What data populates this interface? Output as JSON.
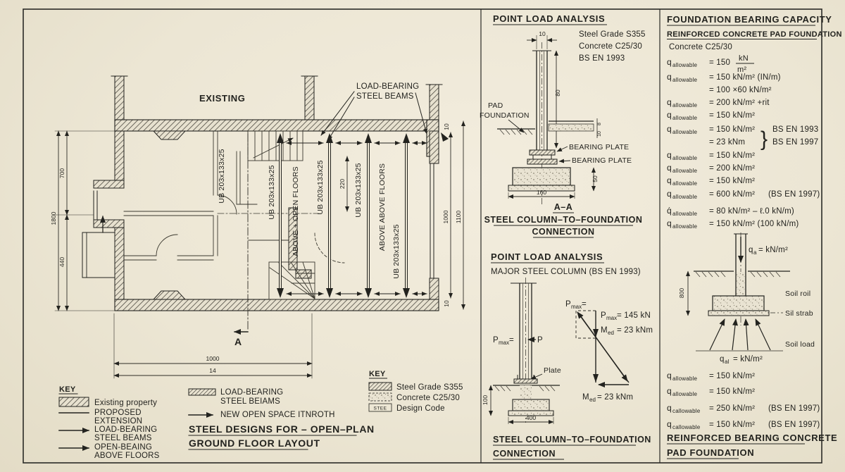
{
  "colors": {
    "paper": "#eee8d8",
    "ink": "#23231f"
  },
  "plan": {
    "existing_label": "EXISTING",
    "callout": {
      "line1": "LOAD-BEARING",
      "line2": "STEEL BEAMS"
    },
    "ub_label": "UB 203x133x25",
    "above_open_label": "ABOVE + OPEN FLOORS",
    "above_above_label": "ABOVE ABOVE FLOORS",
    "section_label": "A",
    "dims": {
      "left_top": "700",
      "left_overall": "1800",
      "left_bay": "440",
      "beam_spacing": "220",
      "top_right": "10",
      "right_inner": "1000",
      "right_outer": "1100",
      "bottom_right": "10",
      "bottom_width": "1000",
      "bottom_total": "14"
    },
    "key": {
      "heading": "KEY",
      "item1": "Existing property",
      "item2a": "PROPOSED",
      "item2b": "EXTENSION",
      "item3a": "LOAD-BEARING",
      "item3b": "STEEL BEAMS",
      "item4a": "OPEN-BEAING",
      "item4b": "ABOVE FLOORS",
      "item5a": "LOAD-BEARING",
      "item5b": "STEEL BEIAMS",
      "item6": "NEW OPEN SPACE ITNROTH"
    },
    "title": {
      "line1": "STEEL DESIGNS FOR – OPEN–PLAN",
      "line2": "GROUND FLOOR LAYOUT"
    }
  },
  "middle": {
    "title1": "POINT LOAD ANALYSIS",
    "notes": {
      "line1": "Steel Grade S355",
      "line2": "Concrete C25/30",
      "line3": "BS EN 1993"
    },
    "pad_label": {
      "line1": "PAD",
      "line2": "FOUNDATION"
    },
    "bearing_plate1": "BEARING PLATE",
    "bearing_plate2": "BEARING PLATE",
    "dims": {
      "col_width": "10",
      "col_height": "80",
      "slab_t1": "8",
      "slab_t2": "10",
      "pad_depth": "50",
      "pad_width": "160",
      "embed_depth": "100",
      "pad2_width": "400"
    },
    "section_aa": "A–A",
    "conn_title1": {
      "line1": "STEEL COLUMN–TO–FOUNDATION",
      "line2": "CONNECTION"
    },
    "title2": "POINT LOAD ANALYSIS",
    "subtitle2": "MAJOR STEEL COLUMN  (BS EN 1993)",
    "sym": {
      "p": "P",
      "max": "max",
      "m": "M",
      "ed": "ed",
      "eq": "="
    },
    "p_arrow_label": "P",
    "pmax_value": "= 145 kN",
    "med_value": "= 23 kNm",
    "med_value_bottom": "= 23 kNm",
    "plate_label": "Plate",
    "conn_title2": {
      "line1": "STEEL COLUMN–TO–FOUNDATION",
      "line2": "CONNECTION"
    },
    "key": {
      "heading": "KEY",
      "steel": "Steel Grade S355",
      "concrete": "Concrete C25/30",
      "design": "Design Code",
      "stee": "STEE"
    }
  },
  "right": {
    "title": "FOUNDATION BEARING CAPACITY",
    "subtitle": "REINFORCED CONCRETE PAD FOUNDATION",
    "concrete": "Concrete C25/30",
    "brace": "}",
    "equations": [
      {
        "sub": "allowable",
        "rhs": "= 150",
        "frac_num": "kN",
        "frac_den": "m²"
      },
      {
        "sub": "allowable",
        "rhs": "= 150 kN/m² (IN/m)"
      },
      {
        "cont": true,
        "rhs": "= 100 ×60 kN/m²"
      },
      {
        "sub": "allowable",
        "rhs": "= 200 kN/m² +rit"
      },
      {
        "sub": "allowable",
        "rhs": "= 150 kN/m²"
      },
      {
        "sub": "allowable",
        "rhs": "= 150 kN/m²",
        "brace_note": "BS EN 1993"
      },
      {
        "cont": true,
        "rhs": "= 23 kNm",
        "brace_note": "BS EN 1997"
      },
      {
        "sub": "allowable",
        "rhs": "= 150 kN/m²"
      },
      {
        "sub": "allowable",
        "rhs": "= 200 kN/m²"
      },
      {
        "sub": "allowable",
        "rhs": "= 150 kN/m²"
      },
      {
        "sub": "allowable",
        "rhs": "= 600 kN/m²",
        "note": "(BS EN 1997)"
      },
      {
        "lead": "q́",
        "sub": "allowable",
        "rhs": "= 80 kN/m² – ℓ.0 kN/m)"
      },
      {
        "sub": "allowable",
        "rhs": "= 150 kN/m² (100 kN/m)"
      }
    ],
    "diagram": {
      "qa_q": "q",
      "qa_sub": "a",
      "qa_rhs": "= kN/m²",
      "depth": "800",
      "soil1": "Soil roil",
      "soil2": "Sil strab",
      "soil3": "Soil load",
      "qal_q": "q",
      "qal_sub": "al",
      "qal_rhs": "= kN/m²"
    },
    "equations2": [
      {
        "sub": "allowable",
        "rhs": "= 150 kN/m²"
      },
      {
        "sub": "allowable",
        "rhs": "= 150 kN/m²"
      },
      {
        "sub": "callowable",
        "rhs": "= 250 kN/m²",
        "note": "(BS EN 1997)"
      },
      {
        "sub": "callowable",
        "rhs": "= 150 kN/m²",
        "note": "(BS EN 1997)"
      }
    ],
    "footer": {
      "line1": "REINFORCED BEARING CONCRETE",
      "line2": "PAD FOUNDATION"
    }
  }
}
